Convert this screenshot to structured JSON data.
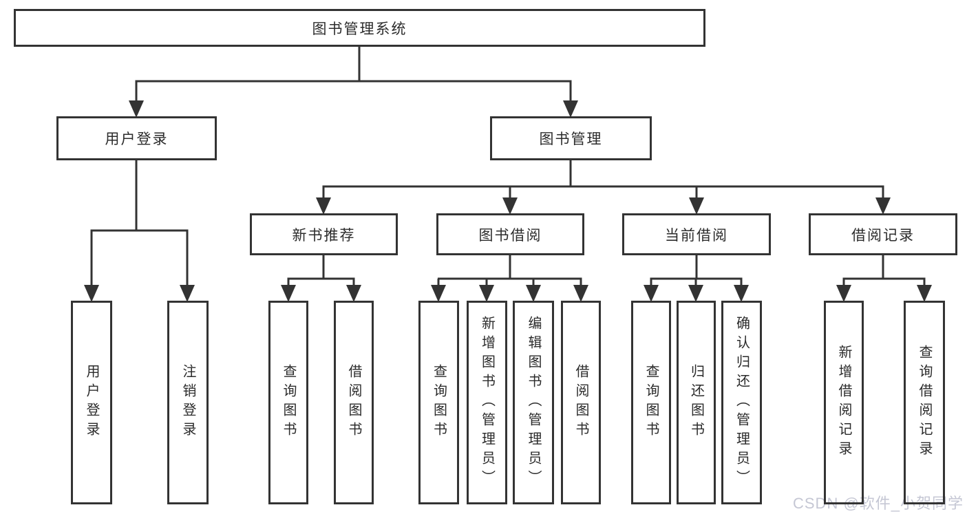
{
  "diagram": {
    "root": "图书管理系统",
    "level2": {
      "user_login": "用户登录",
      "book_mgmt": "图书管理"
    },
    "level3": {
      "new_book": "新书推荐",
      "book_borrow": "图书借阅",
      "current_borrow": "当前借阅",
      "borrow_record": "借阅记录"
    },
    "leaves": {
      "user_login_1": "用户登录",
      "user_login_2": "注销登录",
      "new_book_1": "查询图书",
      "new_book_2": "借阅图书",
      "book_borrow_1": "查询图书",
      "book_borrow_2": "新增图书（管理员）",
      "book_borrow_3": "编辑图书（管理员）",
      "book_borrow_4": "借阅图书",
      "current_borrow_1": "查询图书",
      "current_borrow_2": "归还图书",
      "current_borrow_3": "确认归还（管理员）",
      "borrow_record_1": "新增借阅记录",
      "borrow_record_2": "查询借阅记录"
    }
  },
  "watermark": "CSDN @软件_小贺同学",
  "colors": {
    "line": "#333333",
    "box_border": "#333333",
    "box_fill": "#ffffff",
    "text": "#2b2b2b",
    "watermark": "#c5c7d4"
  }
}
